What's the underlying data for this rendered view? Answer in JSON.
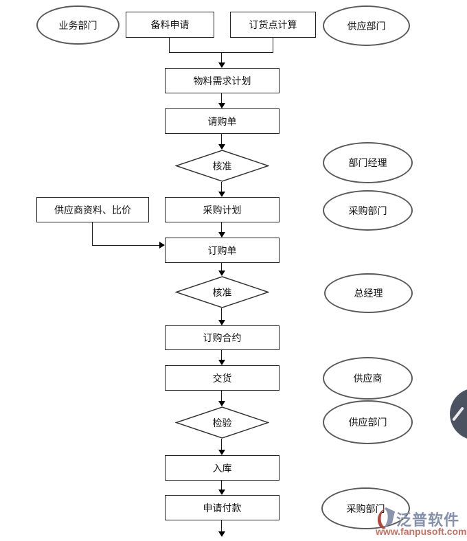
{
  "diagram": {
    "nodes": {
      "business_dept": "业务部门",
      "material_request": "备料申请",
      "order_point_calc": "订货点计算",
      "supply_dept_top": "供应部门",
      "mrp": "物料需求计划",
      "purchase_requisition": "请购单",
      "approve1": "核准",
      "dept_manager": "部门经理",
      "purchase_plan": "采购计划",
      "purchasing_dept1": "采购部门",
      "supplier_info": "供应商资料、比价",
      "purchase_order": "订购单",
      "approve2": "核准",
      "general_manager": "总经理",
      "purchase_contract": "订购合约",
      "delivery": "交货",
      "supplier": "供应商",
      "inspection": "检验",
      "supply_dept2": "供应部门",
      "warehouse_in": "入库",
      "payment_request": "申请付款",
      "purchasing_dept2": "采购部门"
    },
    "watermark": {
      "brand": "泛普软件",
      "url": "www.fanpusoft.com",
      "brand_color": "#8590ac",
      "url_color": "#c96f62",
      "logo_blue": "#8a95ad",
      "logo_red": "#b5463e"
    },
    "fab_color": "#4c5360"
  }
}
